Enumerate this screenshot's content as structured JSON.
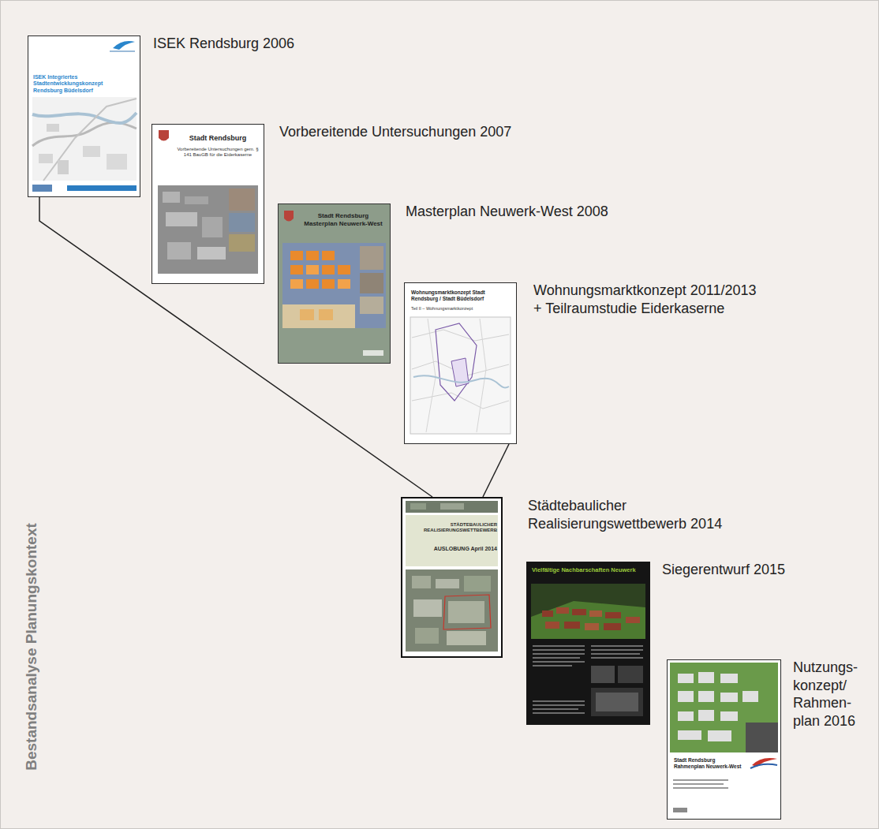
{
  "diagram": {
    "nodes": [
      {
        "text": [
          "ISEK Rendsburg 2006",
          "ISEK Integriertes Stadtentwicklungskonzept Rendsburg Büdelsdorf"
        ]
      },
      {
        "text": [
          "Vorbereitende Untersuchungen 2007",
          "Stadt Rendsburg",
          "Vorbereitende Untersuchungen gem. § 141 BauGB für die Eiderkaserne"
        ]
      },
      {
        "text": [
          "Masterplan Neuwerk-West 2008",
          "Stadt Rendsburg Masterplan Neuwerk-West"
        ]
      },
      {
        "text": [
          "Wohnungsmarktkonzept 2011/2013",
          "+ Teilraumstudie Eiderkaserne",
          "Wohnungsmarktkonzept Stadt Rendsburg / Stadt Büdelsdorf",
          "Teil II – Wohnungsmarktkonzept"
        ]
      },
      {
        "text": [
          "Städtebaulicher Realisierungswettbewerb 2014",
          "STÄDTEBAULICHER REALISIERUNGSWETTBEWERB",
          "AUSLOBUNG April 2014"
        ]
      },
      {
        "text": [
          "Siegerentwurf 2015",
          "Vielfältige Nachbarschaften Neuwerk"
        ]
      },
      {
        "text": [
          "Nutzungs- konzept/ Rahmen- plan 2016",
          "Stadt Rendsburg Rahmenplan Neuwerk-West"
        ]
      }
    ],
    "edges": [
      {
        "from": 0,
        "to": 4,
        "arrow": "none"
      },
      {
        "from": 3,
        "to": 4,
        "arrow": "none"
      }
    ],
    "labels": [
      "Bestandsanalyse Planungskontext"
    ]
  }
}
